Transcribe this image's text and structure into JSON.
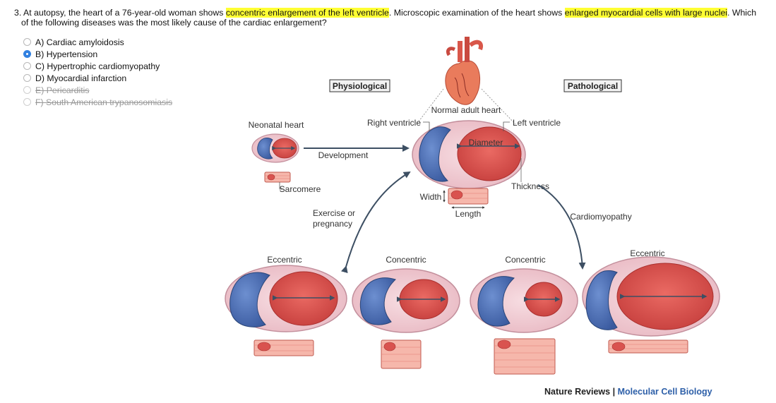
{
  "question": {
    "line1_parts": [
      {
        "text": "3. At autopsy, the heart of a 76-year-old woman shows ",
        "highlight": false
      },
      {
        "text": "concentric enlargement of the left ventricle",
        "highlight": true
      },
      {
        "text": ". Microscopic examination of the heart shows ",
        "highlight": false
      },
      {
        "text": "enlarged myocardial cells with large nuclei",
        "highlight": true
      },
      {
        "text": ". Which",
        "highlight": false
      }
    ],
    "line2": "of the following diseases was the most likely cause of the cardiac enlargement?"
  },
  "options": [
    {
      "label": "A)  Cardiac amyloidosis",
      "selected": false,
      "struck": false
    },
    {
      "label": "B)  Hypertension",
      "selected": true,
      "struck": false
    },
    {
      "label": "C)  Hypertrophic cardiomyopathy",
      "selected": false,
      "struck": false
    },
    {
      "label": "D)  Myocardial infarction",
      "selected": false,
      "struck": false
    },
    {
      "label": "E)  Pericarditis",
      "selected": false,
      "struck": true
    },
    {
      "label": "F)  South American trypanosomiasis",
      "selected": false,
      "struck": true
    }
  ],
  "figure": {
    "physiological": "Physiological",
    "pathological": "Pathological",
    "normal_adult_heart": "Normal adult heart",
    "neonatal_heart": "Neonatal heart",
    "right_ventricle": "Right ventricle",
    "left_ventricle": "Left ventricle",
    "diameter": "Diameter",
    "development": "Development",
    "sarcomere": "Sarcomere",
    "thickness": "Thickness",
    "width": "Width",
    "length": "Length",
    "exercise_line1": "Exercise or",
    "exercise_line2": "pregnancy",
    "cardiomyopathy": "Cardiomyopathy",
    "eccentric_left": "Eccentric",
    "concentric_left": "Concentric",
    "concentric_right": "Concentric",
    "eccentric_right": "Eccentric",
    "credit_journal": "Nature Reviews",
    "credit_separator": " | ",
    "credit_section": "Molecular Cell Biology"
  },
  "colors": {
    "highlight": "#ffff33",
    "radio_selected": "#2f7fe0",
    "lv_red": "#d9534f",
    "rv_blue": "#4a6fb5",
    "heart_outline": "#f2c7cf",
    "credit_blue": "#2d5fa8"
  }
}
